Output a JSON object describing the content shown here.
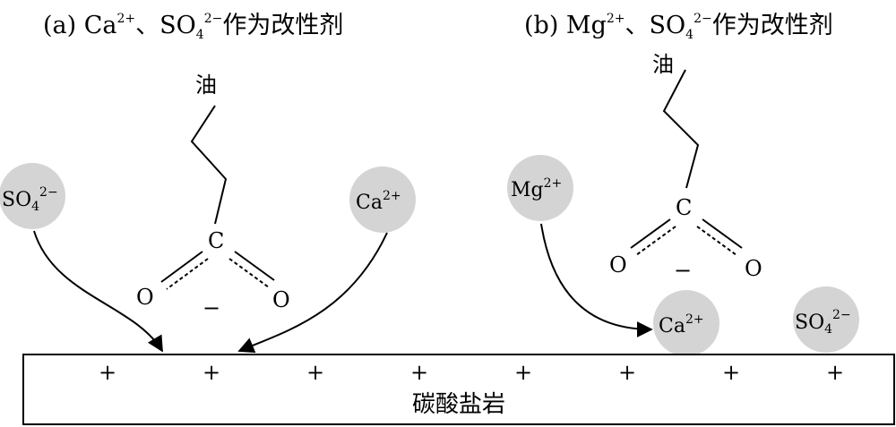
{
  "titles": {
    "a": {
      "prefix": "(a) Ca",
      "sup": "2+",
      "mid": "、SO",
      "sub": "4",
      "sup2": "2−",
      "suffix": "作为改性剂"
    },
    "b": {
      "prefix": "(b) Mg",
      "sup": "2+",
      "mid": "、SO",
      "sub": "4",
      "sup2": "2−",
      "suffix": "作为改性剂"
    }
  },
  "oil_label": "油",
  "carboxylate": {
    "carbon": "C",
    "oxygen": "O",
    "minus": "−"
  },
  "ions": {
    "sulfate": {
      "base": "SO",
      "sub": "4",
      "sup": "2−"
    },
    "calcium": {
      "base": "Ca",
      "sup": "2+"
    },
    "magnesium": {
      "base": "Mg",
      "sup": "2+"
    }
  },
  "rock": {
    "label": "碳酸盐岩",
    "charge": "+"
  },
  "colors": {
    "ion_fill": "#d4d4d4",
    "line": "#000000"
  }
}
